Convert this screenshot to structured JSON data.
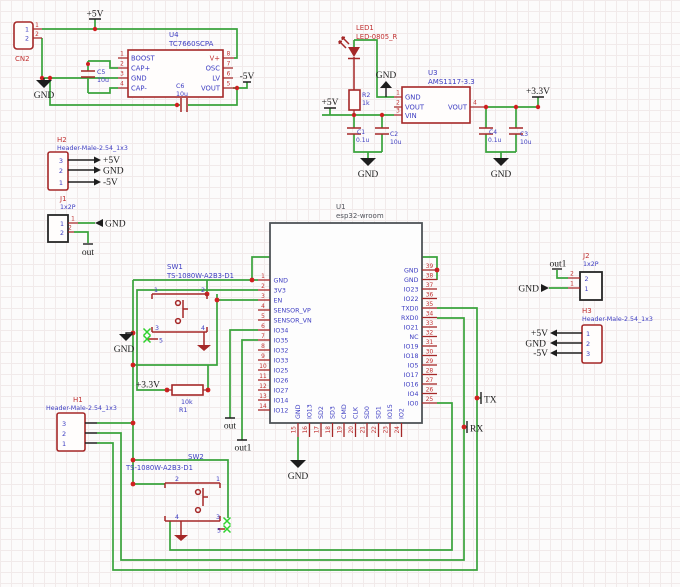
{
  "labels": {
    "p5v": "+5V",
    "m5v": "-5V",
    "p3v3": "+3.3V",
    "gnd": "GND",
    "out": "out",
    "out1": "out1",
    "tx": "TX",
    "rx": "RX"
  },
  "cn2": {
    "ref": "CN2",
    "pins": [
      "1",
      "2"
    ]
  },
  "u4": {
    "ref": "U4",
    "value": "TC7660SCPA",
    "left": [
      {
        "num": "1",
        "name": "BOOST"
      },
      {
        "num": "2",
        "name": "CAP+"
      },
      {
        "num": "3",
        "name": "GND"
      },
      {
        "num": "4",
        "name": "CAP-"
      }
    ],
    "right": [
      {
        "num": "8",
        "name": "V+"
      },
      {
        "num": "7",
        "name": "OSC"
      },
      {
        "num": "6",
        "name": "LV"
      },
      {
        "num": "5",
        "name": "VOUT"
      }
    ]
  },
  "u3": {
    "ref": "U3",
    "value": "AMS1117-3.3",
    "left": [
      {
        "num": "1",
        "name": "GND"
      },
      {
        "num": "2",
        "name": "VOUT"
      },
      {
        "num": "3",
        "name": "VIN"
      }
    ],
    "right": [
      {
        "num": "4",
        "name": "VOUT"
      }
    ]
  },
  "u1": {
    "ref": "U1",
    "value": "esp32-wroom",
    "left": [
      {
        "num": "1",
        "name": "GND"
      },
      {
        "num": "2",
        "name": "3V3"
      },
      {
        "num": "3",
        "name": "EN"
      },
      {
        "num": "4",
        "name": "SENSOR_VP"
      },
      {
        "num": "5",
        "name": "SENSOR_VN"
      },
      {
        "num": "6",
        "name": "IO34"
      },
      {
        "num": "7",
        "name": "IO35"
      },
      {
        "num": "8",
        "name": "IO32"
      },
      {
        "num": "9",
        "name": "IO33"
      },
      {
        "num": "10",
        "name": "IO25"
      },
      {
        "num": "11",
        "name": "IO26"
      },
      {
        "num": "12",
        "name": "IO27"
      },
      {
        "num": "13",
        "name": "IO14"
      },
      {
        "num": "14",
        "name": "IO12"
      }
    ],
    "right": [
      {
        "num": "39",
        "name": "GND"
      },
      {
        "num": "38",
        "name": "GND"
      },
      {
        "num": "37",
        "name": "IO23"
      },
      {
        "num": "36",
        "name": "IO22"
      },
      {
        "num": "35",
        "name": "TXD0"
      },
      {
        "num": "34",
        "name": "RXD0"
      },
      {
        "num": "33",
        "name": "IO21"
      },
      {
        "num": "32",
        "name": "NC"
      },
      {
        "num": "31",
        "name": "IO19"
      },
      {
        "num": "30",
        "name": "IO18"
      },
      {
        "num": "29",
        "name": "IO5"
      },
      {
        "num": "28",
        "name": "IO17"
      },
      {
        "num": "27",
        "name": "IO16"
      },
      {
        "num": "26",
        "name": "IO4"
      },
      {
        "num": "25",
        "name": "IO0"
      }
    ],
    "bottom": [
      {
        "num": "15",
        "name": "GND"
      },
      {
        "num": "16",
        "name": "IO13"
      },
      {
        "num": "17",
        "name": "SD2"
      },
      {
        "num": "18",
        "name": "SD3"
      },
      {
        "num": "19",
        "name": "CMD"
      },
      {
        "num": "20",
        "name": "CLK"
      },
      {
        "num": "21",
        "name": "SD0"
      },
      {
        "num": "22",
        "name": "SD1"
      },
      {
        "num": "23",
        "name": "IO15"
      },
      {
        "num": "24",
        "name": "IO2"
      }
    ]
  },
  "led1": {
    "ref": "LED1",
    "value": "LED-0805_R"
  },
  "r1": {
    "ref": "R1",
    "value": "10k"
  },
  "r2": {
    "ref": "R2",
    "value": "1k"
  },
  "c1": {
    "ref": "C1",
    "value": "0.1u"
  },
  "c2": {
    "ref": "C2",
    "value": "10u"
  },
  "c3": {
    "ref": "C3",
    "value": "10u"
  },
  "c4": {
    "ref": "C4",
    "value": "0.1u"
  },
  "c5": {
    "ref": "C5",
    "value": "10u"
  },
  "c6": {
    "ref": "C6",
    "value": "10u"
  },
  "sw1": {
    "ref": "SW1",
    "value": "TS-1080W-A2B3-D1",
    "pins": [
      "1",
      "2",
      "3",
      "4",
      "5"
    ]
  },
  "sw2": {
    "ref": "SW2",
    "value": "TS-1080W-A2B3-D1",
    "pins": [
      "1",
      "2",
      "3",
      "4",
      "5"
    ]
  },
  "h1": {
    "ref": "H1",
    "value": "Header-Male-2.54_1x3",
    "pins": [
      "3",
      "2",
      "1"
    ]
  },
  "h2": {
    "ref": "H2",
    "value": "Header-Male-2.54_1x3",
    "pins": [
      "3",
      "2",
      "1"
    ],
    "flags": [
      "+5V",
      "GND",
      "-5V"
    ]
  },
  "h3": {
    "ref": "H3",
    "value": "Header-Male-2.54_1x3",
    "pins": [
      "1",
      "2",
      "3"
    ],
    "flags": [
      "+5V",
      "GND",
      "-5V"
    ]
  },
  "j1": {
    "ref": "J1",
    "value": "1x2P",
    "pins": [
      "1",
      "2"
    ]
  },
  "j2": {
    "ref": "J2",
    "value": "1x2P",
    "pins": [
      "2",
      "1"
    ]
  }
}
